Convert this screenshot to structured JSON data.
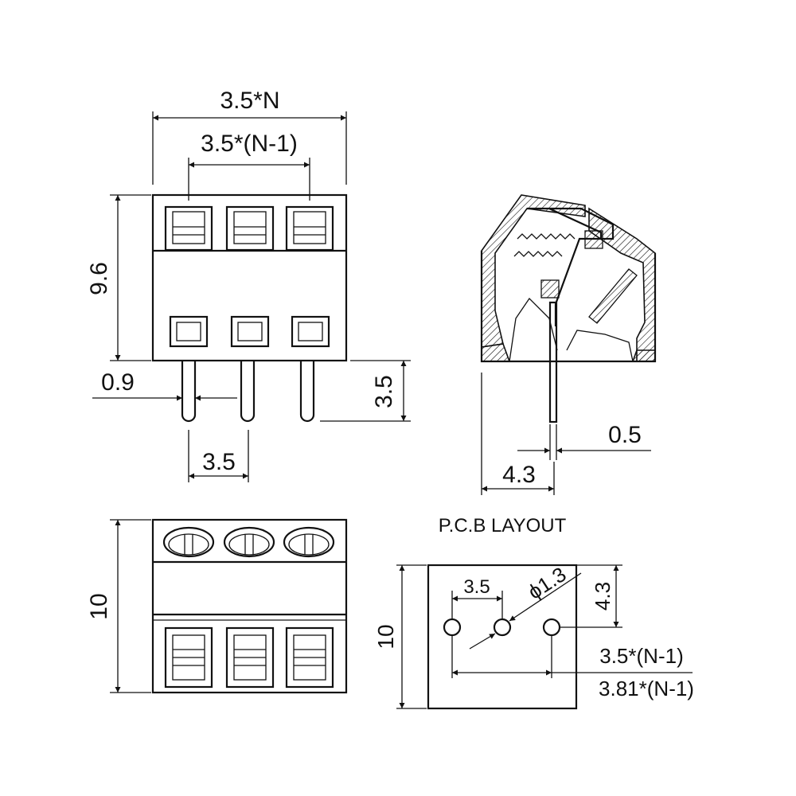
{
  "drawing": {
    "front_view": {
      "width_overall": "3.5*N",
      "width_pitch": "3.5*(N-1)",
      "height": "9.6",
      "pin_diameter": "0.9",
      "pin_length": "3.5",
      "pin_pitch": "3.5"
    },
    "side_view": {
      "pin_thickness": "0.5",
      "pin_offset": "4.3"
    },
    "top_view": {
      "depth": "10"
    },
    "pcb_layout": {
      "title": "P.C.B LAYOUT",
      "height": "10",
      "pitch": "3.5",
      "hole_diameter": "ϕ1.3",
      "hole_offset": "4.3",
      "span_a": "3.5*(N-1)",
      "span_b": "3.81*(N-1)"
    }
  }
}
